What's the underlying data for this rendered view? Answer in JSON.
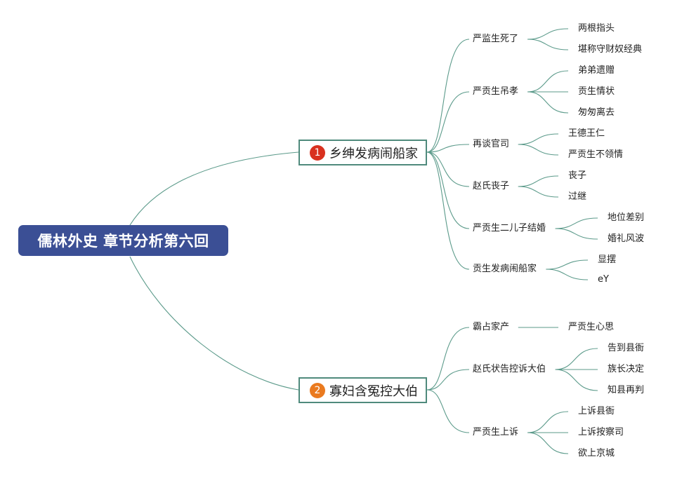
{
  "root": {
    "title": "儒林外史 章节分析第六回"
  },
  "colors": {
    "root_bg": "#3b4f95",
    "line": "#5b9a8a",
    "badge1": "#d9311f",
    "badge2": "#ea7a1f"
  },
  "branches": [
    {
      "num": "1",
      "title": "乡绅发病闹船家",
      "children": [
        {
          "label": "严监生死了",
          "leaves": [
            "两根指头",
            "堪称守财奴经典"
          ]
        },
        {
          "label": "严贡生吊孝",
          "leaves": [
            "弟弟遗赠",
            "贡生情状",
            "匆匆离去"
          ]
        },
        {
          "label": "再谈官司",
          "leaves": [
            "王德王仁",
            "严贡生不领情"
          ]
        },
        {
          "label": "赵氏丧子",
          "leaves": [
            "丧子",
            "过继"
          ]
        },
        {
          "label": "严贡生二儿子结婚",
          "leaves": [
            "地位差别",
            "婚礼风波"
          ]
        },
        {
          "label": "贡生发病闹船家",
          "leaves": [
            "显摆",
            "eY"
          ]
        }
      ]
    },
    {
      "num": "2",
      "title": "寡妇含冤控大伯",
      "children": [
        {
          "label": "霸占家产",
          "leaves": [
            "严贡生心思"
          ]
        },
        {
          "label": "赵氏状告控诉大伯",
          "leaves": [
            "告到县衙",
            "族长决定",
            "知县再判"
          ]
        },
        {
          "label": "严贡生上诉",
          "leaves": [
            "上诉县衙",
            "上诉按察司",
            "欲上京城"
          ]
        }
      ]
    }
  ]
}
